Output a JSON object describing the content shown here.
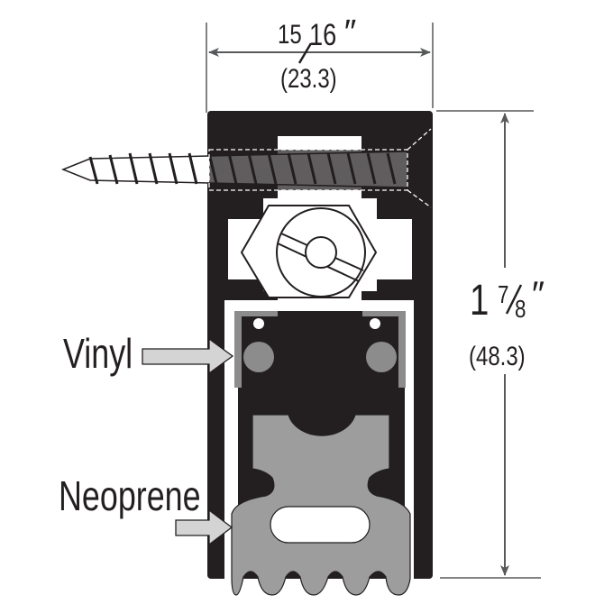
{
  "dimensions": {
    "width_fraction": {
      "whole": "",
      "num": "15",
      "den": "16",
      "unit": "″"
    },
    "width_metric": "(23.3)",
    "height_fraction": {
      "whole": "1",
      "num": "7",
      "den": "8",
      "unit": "″"
    },
    "height_metric": "(48.3)"
  },
  "labels": {
    "vinyl": "Vinyl",
    "neoprene": "Neoprene"
  },
  "colors": {
    "housing": "#231f20",
    "seal": "#9d9d9d",
    "vinyl": "#8c8c8c",
    "arrow_fill": "#d4d4d4",
    "dimension_line": "#58595b"
  }
}
